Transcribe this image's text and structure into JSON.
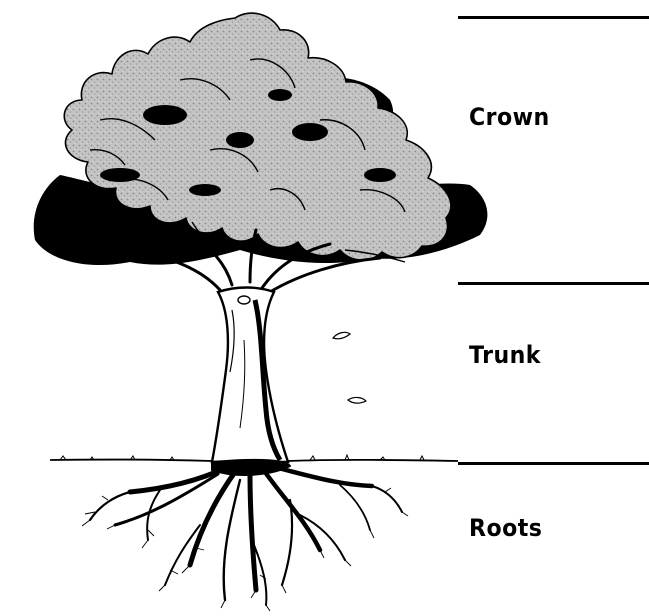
{
  "diagram": {
    "labels": {
      "crown": "Crown",
      "trunk": "Trunk",
      "roots": "Roots"
    },
    "colors": {
      "ink": "#000000",
      "foliage": "#bdbdbd",
      "background": "#ffffff"
    }
  }
}
